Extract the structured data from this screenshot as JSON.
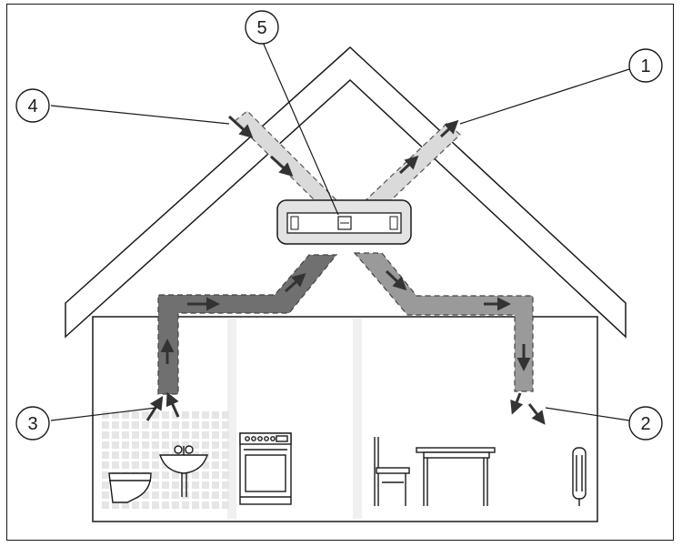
{
  "callouts": [
    {
      "id": "1",
      "label": "1"
    },
    {
      "id": "2",
      "label": "2"
    },
    {
      "id": "3",
      "label": "3"
    },
    {
      "id": "4",
      "label": "4"
    },
    {
      "id": "5",
      "label": "5"
    }
  ],
  "colors": {
    "outline": "#1a1a1a",
    "duct_light": "#d9d9d9",
    "duct_mid": "#a6a6a6",
    "duct_dark": "#6e6e6e",
    "arrow": "#333333",
    "wall_tint": "#ececec"
  },
  "icons": [
    "ventilation-unit-icon",
    "toilet-icon",
    "sink-icon",
    "stove-icon",
    "chair-icon",
    "table-icon",
    "radiator-icon",
    "airflow-arrow-icon"
  ]
}
